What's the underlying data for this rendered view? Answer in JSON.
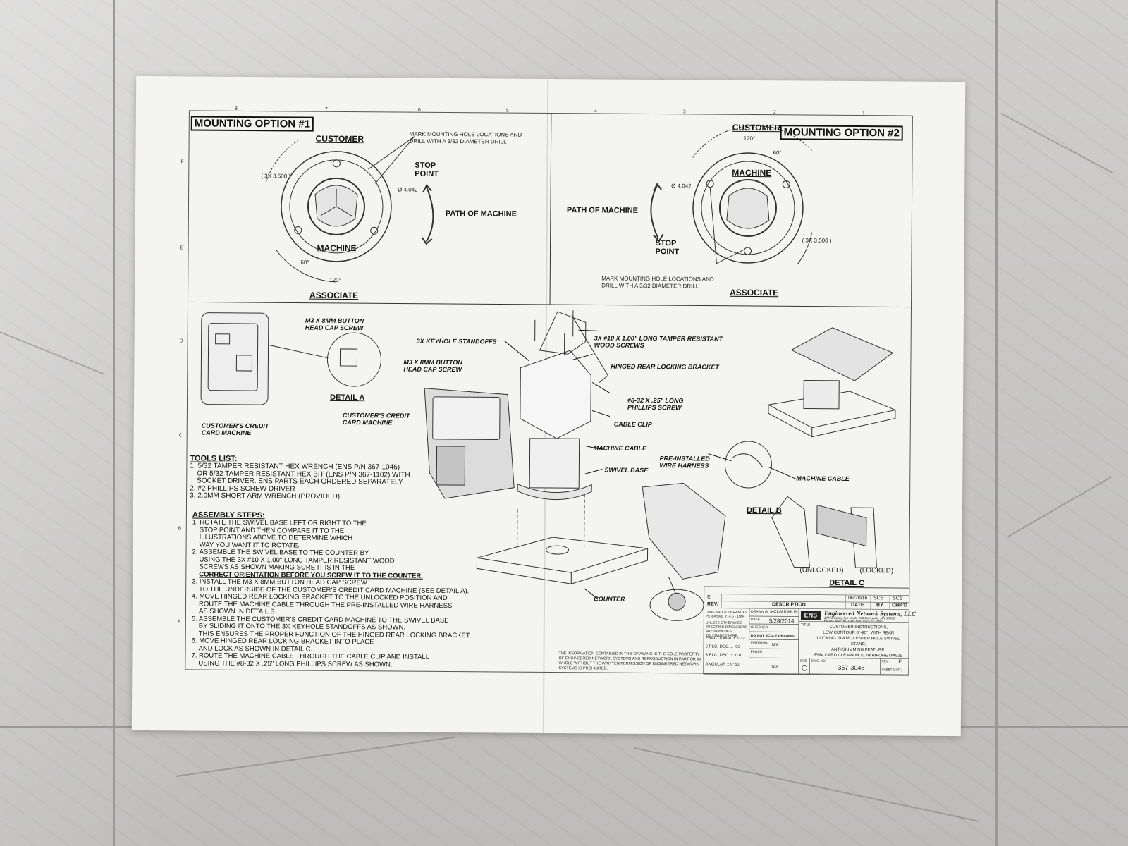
{
  "sheet": {
    "border_numbers": [
      "8",
      "7",
      "6",
      "5",
      "4",
      "3",
      "2",
      "1"
    ],
    "border_letters": [
      "F",
      "E",
      "D",
      "C",
      "B",
      "A"
    ]
  },
  "option1": {
    "title": "MOUNTING OPTION #1",
    "customer": "CUSTOMER",
    "machine": "MACHINE",
    "associate": "ASSOCIATE",
    "mark_note": "MARK MOUNTING HOLE LOCATIONS AND DRILL WITH A 3/32 DIAMETER DRILL",
    "stop_point": "STOP POINT",
    "path": "PATH OF MACHINE",
    "dim_3x": "( 3X 3.500 )",
    "dia": "Ø 4.042",
    "angle_60": "60°",
    "angle_120": "120°"
  },
  "option2": {
    "title": "MOUNTING OPTION #2",
    "customer": "CUSTOMER",
    "machine": "MACHINE",
    "associate": "ASSOCIATE",
    "mark_note": "MARK MOUNTING HOLE LOCATIONS AND DRILL WITH A 3/32 DIAMETER DRILL",
    "stop_point": "STOP POINT",
    "path": "PATH OF MACHINE",
    "dim_3x": "( 3X 3.500 )",
    "dia": "Ø 4.042",
    "angle_60": "60°",
    "angle_120": "120°"
  },
  "callouts": {
    "m3_detail": "M3 X 8MM BUTTON HEAD CAP SCREW",
    "detail_a": "DETAIL A",
    "customer_cc": "CUSTOMER'S CREDIT CARD MACHINE",
    "keyhole": "3X KEYHOLE STANDOFFS",
    "m3_main": "M3 X 8MM BUTTON HEAD CAP SCREW",
    "wood_screws": "3X #10 X 1.00\" LONG TAMPER RESISTANT WOOD SCREWS",
    "hinged": "HINGED REAR LOCKING BRACKET",
    "phillips": "#8-32 X .25\" LONG PHILLIPS SCREW",
    "cable_clip": "CABLE CLIP",
    "cc_machine": "CUSTOMER'S CREDIT CARD MACHINE",
    "machine_cable": "MACHINE CABLE",
    "swivel": "SWIVEL BASE",
    "pre_installed": "PRE-INSTALLED WIRE HARNESS",
    "machine_cable_2": "MACHINE CABLE",
    "detail_b": "DETAIL B",
    "unlocked": "(UNLOCKED)",
    "locked": "(LOCKED)",
    "detail_c": "DETAIL C",
    "counter": "COUNTER"
  },
  "tools": {
    "heading": "TOOLS LIST:",
    "lines": [
      "1. 5/32 TAMPER RESISTANT HEX WRENCH (ENS P/N 367-1046)",
      "OR 5/32 TAMPER RESISTANT HEX BIT (ENS P/N 367-1102) WITH",
      "SOCKET DRIVER. ENS PARTS EACH ORDERED SEPARATELY.",
      "2. #2 PHILLIPS SCREW DRIVER",
      "3. 2.0MM SHORT ARM WRENCH (PROVIDED)"
    ]
  },
  "assembly": {
    "heading": "ASSEMBLY STEPS:",
    "lines": [
      "1. ROTATE THE SWIVEL BASE LEFT OR RIGHT TO THE",
      "STOP POINT AND THEN COMPARE IT TO THE",
      "ILLUSTRATIONS ABOVE TO DETERMINE WHICH",
      "WAY YOU WANT IT TO ROTATE.",
      "2. ASSEMBLE THE SWIVEL BASE TO THE COUNTER BY",
      "USING THE 3X #10 X 1.00\" LONG TAMPER RESISTANT WOOD",
      "SCREWS AS SHOWN MAKING SURE IT IS IN THE",
      "CORRECT ORIENTATION BEFORE YOU SCREW IT TO THE COUNTER.",
      "3. INSTALL THE M3 X 8MM BUTTON HEAD CAP SCREW",
      "TO THE UNDERSIDE OF THE CUSTOMER'S CREDIT CARD MACHINE (SEE DETAIL A).",
      "4. MOVE HINGED REAR LOCKING BRACKET TO THE UNLOCKED POSITION AND",
      "ROUTE THE MACHINE CABLE THROUGH THE PRE-INSTALLED WIRE HARNESS",
      "AS SHOWN IN DETAIL B.",
      "5. ASSEMBLE THE CUSTOMER'S CREDIT CARD MACHINE TO THE SWIVEL BASE",
      "BY SLIDING IT ONTO THE 3X KEYHOLE STANDOFFS AS SHOWN.",
      "THIS ENSURES THE PROPER FUNCTION OF THE HINGED REAR LOCKING BRACKET.",
      "6. MOVE HINGED REAR LOCKING BRACKET INTO PLACE",
      "AND LOCK AS SHOWN IN DETAIL C.",
      "7. ROUTE THE MACHINE CABLE THROUGH THE CABLE CLIP AND INSTALL",
      "USING THE #8-32 X .25\" LONG PHILLIPS SCREW AS SHOWN."
    ]
  },
  "title_block": {
    "rev_letter": "E",
    "rev_date": "06/20/16",
    "rev_by": "SCB",
    "rev_chkd": "SCB",
    "hdr_rev": "REV.",
    "hdr_desc": "DESCRIPTION",
    "hdr_date": "DATE",
    "hdr_by": "BY",
    "hdr_chkd": "CHK'D",
    "dims_note": "DIMS AND TOLERANCES PER ASME Y14.5 - 1994",
    "unless": "UNLESS OTHERWISE SPECIFIED DIMENSIONS ARE IN INCHES TOLERANCES ARE:",
    "fractional": "FRACTIONAL ± 1/32",
    "dec2": "2 PLC. DEC. ± .03",
    "dec3": "3 PLC. DEC. ± .010",
    "angular": "ANGULAR ± 0°30'",
    "drawn_label": "DRAWN",
    "drawn_by": "A. MCLAUGHLIN",
    "date_label": "DATE",
    "date": "5/28/2014",
    "checked": "CHECKED",
    "do_not_scale": "DO NOT SCALE DRAWING",
    "material": "MATERIAL",
    "material_val": "N/A",
    "finish": "FINISH",
    "finish_val": "N/A",
    "logo": "ENS",
    "company": "Engineered Network Systems, LLC",
    "address": "14451 Ewing Ave. Suite 100  Burnsville, MN 55306",
    "phone": "Phone: 952-767-1005  Fax: 952-767-1006",
    "title_label": "TITLE",
    "title_lines": [
      "CUSTOMER INSTRUCTIONS,",
      "LOW CONTOUR 8°-90°, WITH REAR",
      "LOCKING PLATE, CENTER HOLE SWIVEL STAND,",
      "ANTI-SKIMMING FEATURE,",
      "EMV CARD CLEARANCE, VERIFONE MX915"
    ],
    "size_label": "SIZE",
    "size": "C",
    "dwg_label": "DWG. NO.",
    "dwg_no": "367-3046",
    "rev_label": "REV.",
    "rev": "E",
    "sheet": "SHEET 1 OF 1",
    "proprietary": "THE INFORMATION CONTAINED IN THIS DRAWING IS THE SOLE PROPERTY OF ENGINEERED NETWORK SYSTEMS AND REPRODUCTION IN PART OR IN WHOLE WITHOUT THE WRITTEN PERMISSION OF ENGINEERED NETWORK SYSTEMS IS PROHIBITED."
  }
}
